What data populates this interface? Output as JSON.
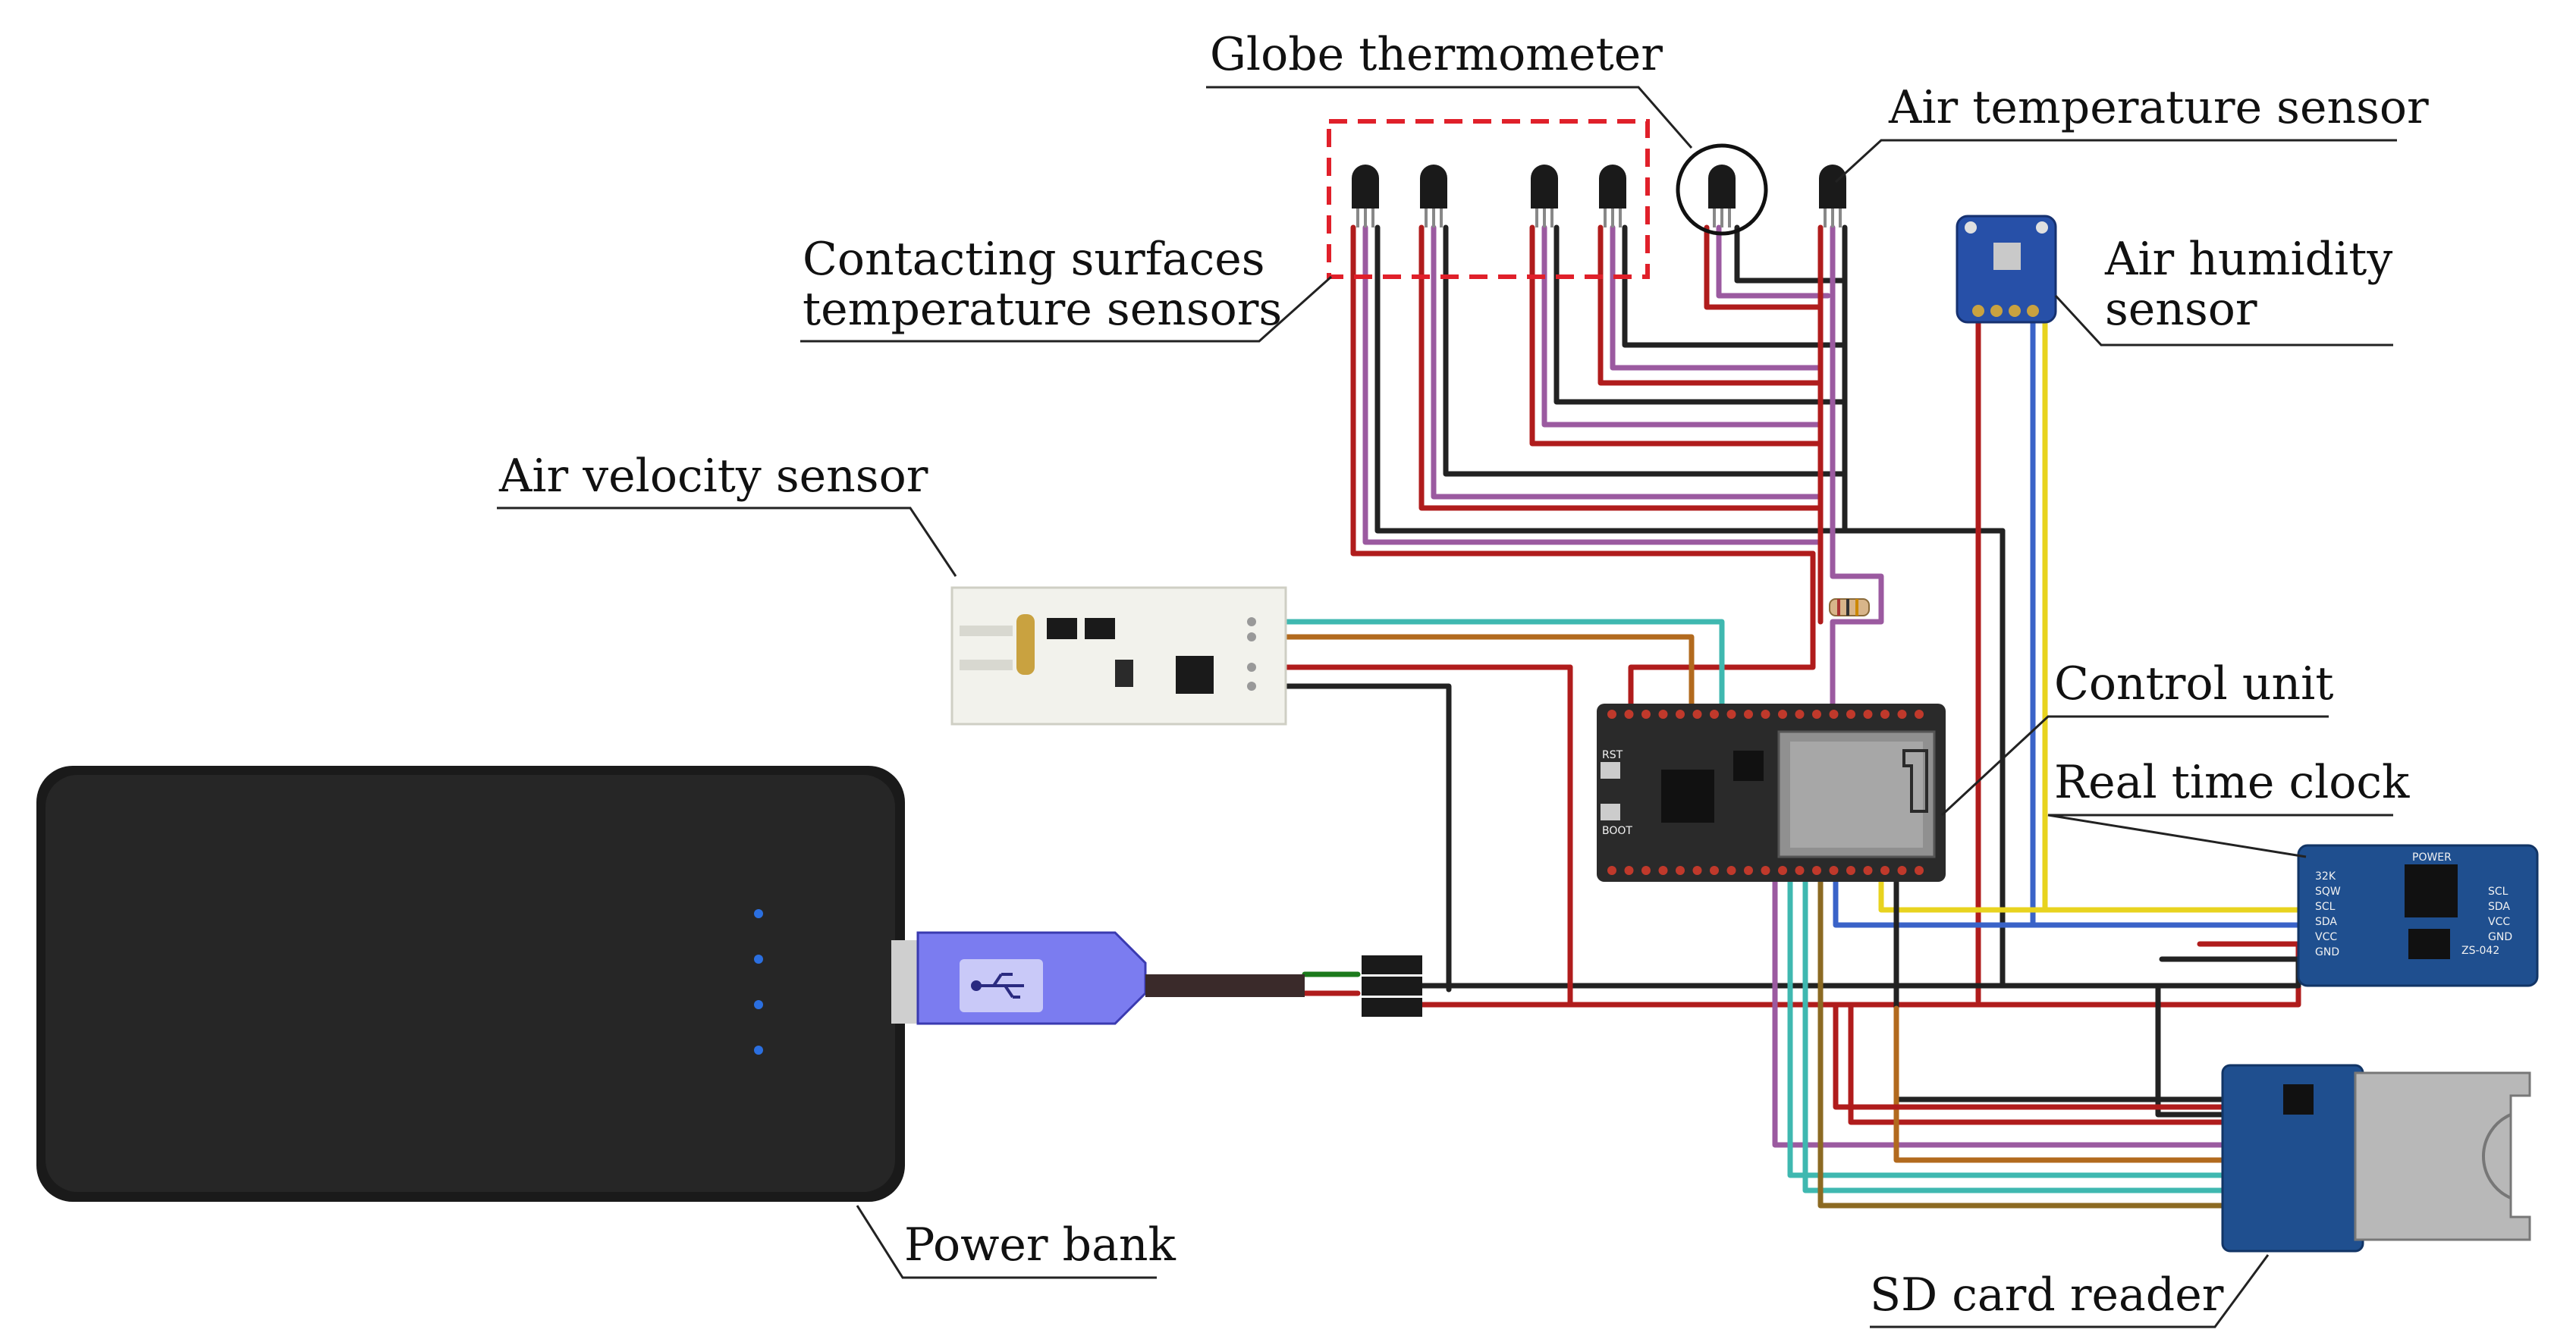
{
  "diagram": {
    "labels": {
      "globe_thermometer": "Globe thermometer",
      "air_temperature_sensor": "Air temperature sensor",
      "contacting_surfaces_line1": "Contacting surfaces",
      "contacting_surfaces_line2": "temperature sensors",
      "air_humidity_line1": "Air humidity",
      "air_humidity_line2": "sensor",
      "air_velocity_sensor": "Air velocity sensor",
      "control_unit": "Control unit",
      "real_time_clock": "Real time clock",
      "power_bank": "Power bank",
      "sd_card_reader": "SD card reader"
    },
    "rtc_pins": [
      "32K",
      "SQW",
      "SCL",
      "SDA",
      "VCC",
      "GND"
    ],
    "rtc_right_pins": [
      "SCL",
      "SDA",
      "VCC",
      "GND"
    ],
    "rtc_chip": "ZS-042",
    "rtc_power": "POWER",
    "esp_buttons": [
      "RST",
      "BOOT"
    ],
    "colors": {
      "power_wire": "#b01c1c",
      "ground_wire": "#222222",
      "data_wire_purple": "#9b5aa0",
      "scl_wire": "#e8d31f",
      "sda_wire": "#3a63c8",
      "teal_wire": "#3fb8b0",
      "orange_wire": "#b26a1e",
      "olive_wire": "#8c6a22",
      "sensor_boundary": "#e0202a",
      "usb_plug": "#7b7cf0",
      "control_board": "#2a2a2a",
      "module_board": "#1f4f8f",
      "power_bank_body": "#1a1a1a"
    },
    "icons": [
      "usb-icon",
      "thermistor-icon",
      "globe-circle-icon",
      "sd-slot-icon",
      "antenna-icon"
    ]
  }
}
